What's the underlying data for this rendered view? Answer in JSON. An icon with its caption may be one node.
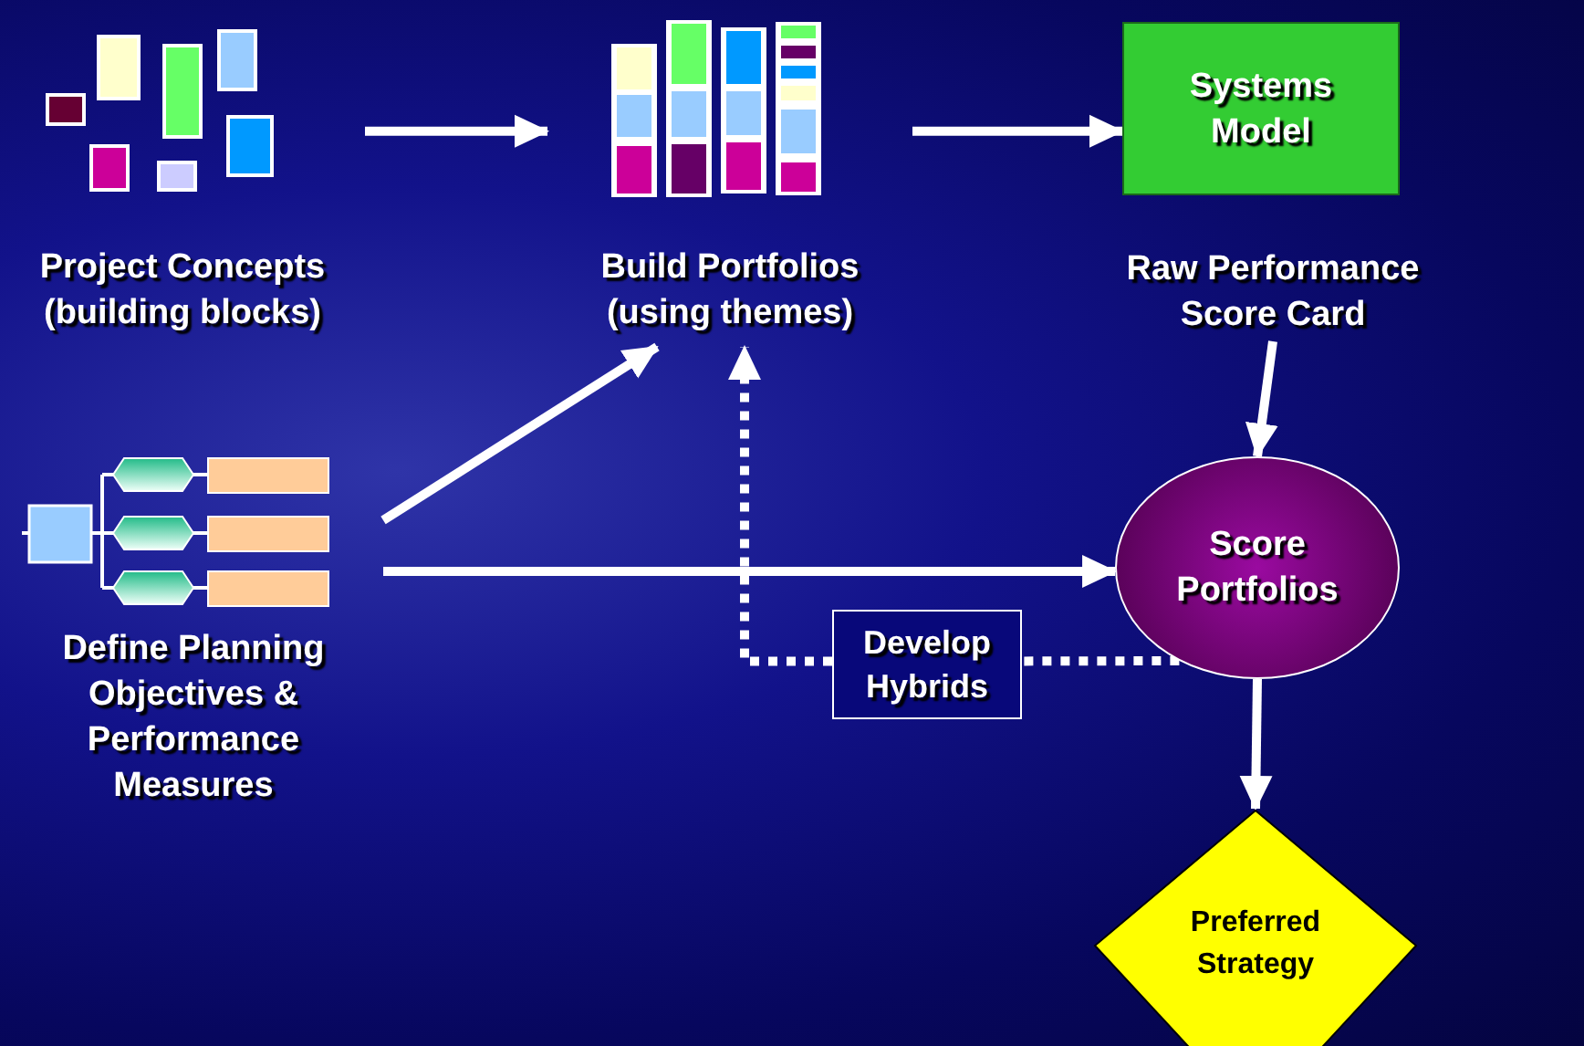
{
  "diagram": {
    "nodes": [
      {
        "text": [
          "Project Concepts (building blocks)"
        ]
      },
      {
        "text": [
          "Build Portfolios (using themes)"
        ]
      },
      {
        "text": [
          "Systems Model"
        ]
      },
      {
        "text": [
          "Raw Performance Score Card"
        ]
      },
      {
        "text": [
          "Define Planning Objectives & Performance Measures"
        ]
      },
      {
        "text": [
          "Score Portfolios"
        ]
      },
      {
        "text": [
          "Develop Hybrids"
        ]
      },
      {
        "text": [
          "Preferred Strategy"
        ]
      }
    ],
    "edges": [
      {
        "from": 0,
        "to": 1,
        "arrow": "to"
      },
      {
        "from": 1,
        "to": 2,
        "arrow": "to"
      },
      {
        "from": 3,
        "to": 5,
        "arrow": "to"
      },
      {
        "from": 4,
        "to": 1,
        "arrow": "to"
      },
      {
        "from": 4,
        "to": 5,
        "arrow": "to"
      },
      {
        "from": 6,
        "to": 1,
        "arrow": "to",
        "style": "dashed"
      },
      {
        "from": 5,
        "to": 6,
        "arrow": "none",
        "style": "dashed"
      },
      {
        "from": 5,
        "to": 7,
        "arrow": "to"
      }
    ]
  }
}
